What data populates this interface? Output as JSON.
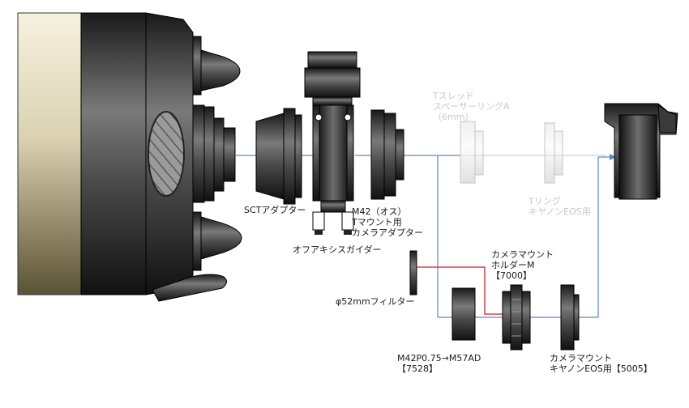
{
  "labels": {
    "sct_adapter": "SCTアダプター",
    "m42_adapter": [
      "M42（オス）",
      "Tマウント用",
      "カメラアダプター"
    ],
    "offaxis_guider": "オフアキシスガイダー",
    "t_spacer": [
      "Tスレッド",
      "スペーサーリングA",
      "（6mm）"
    ],
    "t_ring": [
      "Tリング",
      "キヤノンEOS用"
    ],
    "holder": [
      "カメラマウント",
      "ホルダーM",
      "【7000】"
    ],
    "filter": "φ52mmフィルター",
    "m57ad": [
      "M42P0.75→M57AD",
      "【7528】"
    ],
    "eos_mount": [
      "カメラマウント",
      "キヤノンEOS用【5005】"
    ]
  },
  "colors": {
    "optical_path": "#5b86c8",
    "filter_link": "#cc1f1f",
    "faded_text": "#c8c8c8"
  }
}
